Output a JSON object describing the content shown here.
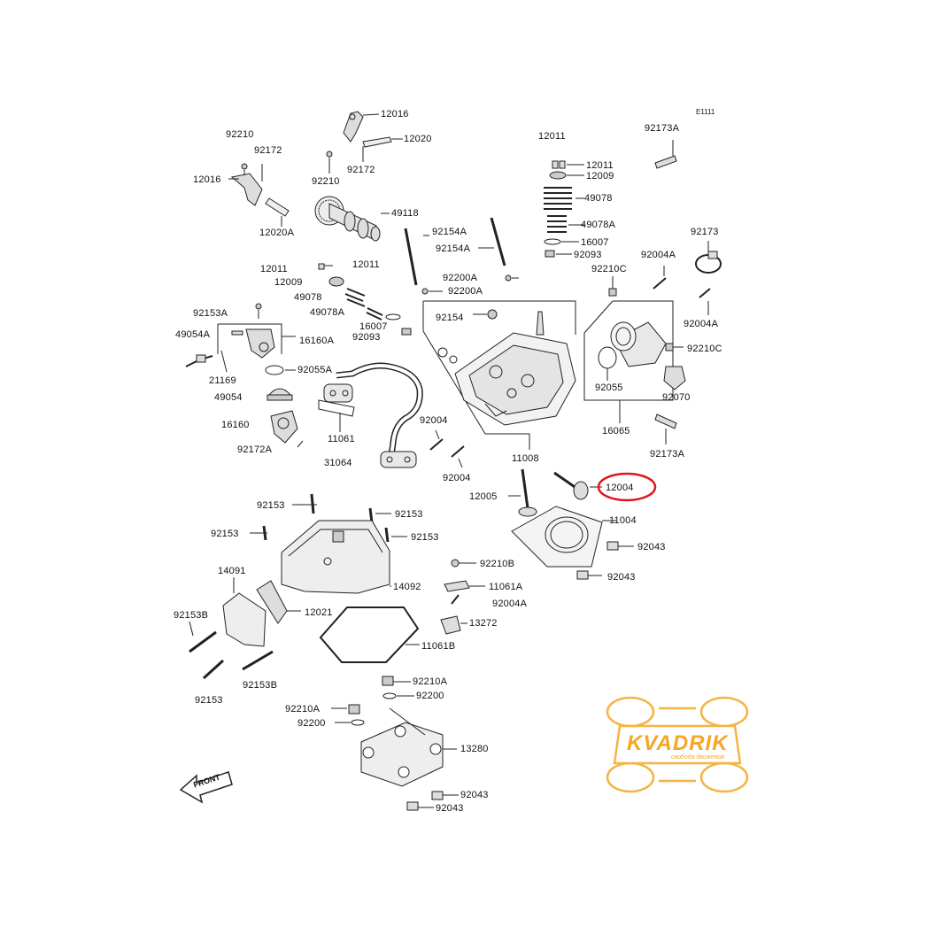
{
  "diagram": {
    "code": "E1111",
    "front_label": "FRONT",
    "highlight_color": "#e0161b",
    "watermark": {
      "text": "KVADRIK",
      "subtext": "свобода движения",
      "color": "#f5a623"
    },
    "labels": {
      "l12016a": "12016",
      "l12020": "12020",
      "l92210a": "92210",
      "l92172a": "92172",
      "l12016b": "12016",
      "l92172b": "92172",
      "l92210b": "92210",
      "l49118": "49118",
      "l12020a": "12020A",
      "l12011top": "12011",
      "l12011r": "12011",
      "l12009r": "12009",
      "l49078r": "49078",
      "l49078Ar": "49078A",
      "l16007r": "16007",
      "l92093r": "92093",
      "l92173A_top": "92173A",
      "l92154A_a": "92154A",
      "l92154A_b": "92154A",
      "l12011l": "12011",
      "l12011l2": "12011",
      "l12009l": "12009",
      "l92200A_a": "92200A",
      "l92200A_b": "92200A",
      "l49078l": "49078",
      "l49078Al": "49078A",
      "l16007l": "16007",
      "l92093l": "92093",
      "l92153A": "92153A",
      "l49054A": "49054A",
      "l16160A": "16160A",
      "l92055A": "92055A",
      "l21169": "21169",
      "l49054": "49054",
      "l16160": "16160",
      "l92172A": "92172A",
      "l11061": "11061",
      "l31064": "31064",
      "l92004a": "92004",
      "l92004b": "92004",
      "l92154": "92154",
      "l11008": "11008",
      "l12005": "12005",
      "l12004": "12004",
      "l11004": "11004",
      "l92043a": "92043",
      "l92043b": "92043",
      "l92173": "92173",
      "l92004A_a": "92004A",
      "l92210C_a": "92210C",
      "l92004A_b": "92004A",
      "l92210C_b": "92210C",
      "l92055": "92055",
      "l92070": "92070",
      "l16065": "16065",
      "l92173A_b": "92173A",
      "l92153a": "92153",
      "l92153b": "92153",
      "l92153c": "92153",
      "l92153d": "92153",
      "l14091": "14091",
      "l14092": "14092",
      "l12021": "12021",
      "l92153B_a": "92153B",
      "l92153B_b": "92153B",
      "l92153e": "92153",
      "l92210B": "92210B",
      "l11061A": "11061A",
      "l92004A_c": "92004A",
      "l13272": "13272",
      "l11061B": "11061B",
      "l92210A": "92210A",
      "l92200a": "92200",
      "l92210A_b": "92210A",
      "l92200b": "92200",
      "l13280": "13280",
      "l92043c": "92043",
      "l92043d": "92043"
    }
  }
}
